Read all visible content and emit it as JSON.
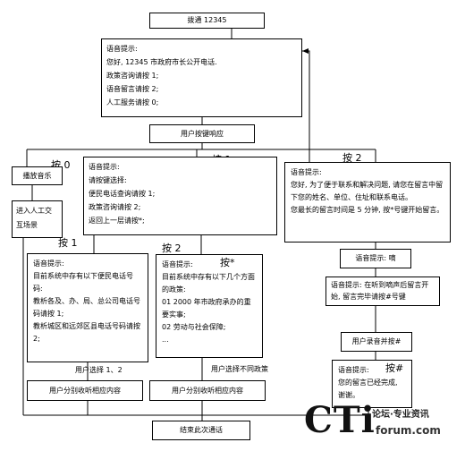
{
  "top": {
    "dial": "拨通 12345"
  },
  "greeting": {
    "lines": [
      "语音提示:",
      "您好, 12345 市政府市长公开电话.",
      "政策咨询请按 1;",
      "语音留言请按 2;",
      "人工服务请按 0;"
    ]
  },
  "user_press": "用户按键响应",
  "key_labels": {
    "k0": "按 0",
    "k1": "按 1",
    "k2": "按 2"
  },
  "branch0": {
    "music": "播放音乐",
    "agent": "进入人工交互场景"
  },
  "branch1": {
    "lines": [
      "语音提示:",
      "请按键选择:",
      "便民电话查询请按 1;",
      "政策咨询请按 2;",
      "返回上一层请按*;"
    ],
    "sub_key1": "按 1",
    "sub_key2": "按 2",
    "hotline": {
      "lines": [
        "语音提示:",
        "目前系统中存有以下便民电话号码:",
        "教析各及、办、局、总公司电话号码请按 1;",
        "教析城区和远郊区县电话号码请按 2;"
      ]
    },
    "policy": {
      "lines": [
        "语音提示:",
        "目前系统中存有以下几个方面的政策:",
        "01  2000 年市政府承办的重要实事;",
        "02  劳动与社会保障;",
        "..."
      ],
      "key_star": "按*"
    },
    "note_select_12": "用户选择 1、2",
    "note_select_diff": "用户选择不同政策",
    "listen_hotline": "用户分别收听相应内容",
    "listen_policy": "用户分别收听相应内容"
  },
  "branch2": {
    "lines": [
      "语音提示:",
      "您好, 为了便于联系和解决问题, 请您在留言中留下您的姓名、单位、住址和联系电话。",
      "您最长的留言时间是 5 分钟, 按*号键开始留言。"
    ],
    "beep": "语音提示: 嘀",
    "record": "语音提示: 在听到嘀声后留言开始, 留言完毕请按#号键",
    "press_hash": "用户录音并按#",
    "done": {
      "lines": [
        "语音提示:",
        "您的留言已经完成, 谢谢。"
      ],
      "key_hash": "按#"
    }
  },
  "end_call": "结束此次通话",
  "watermark": {
    "brand": "CTi",
    "forum_cn": "论坛·专业资讯",
    "forum_url": "forum.com"
  }
}
